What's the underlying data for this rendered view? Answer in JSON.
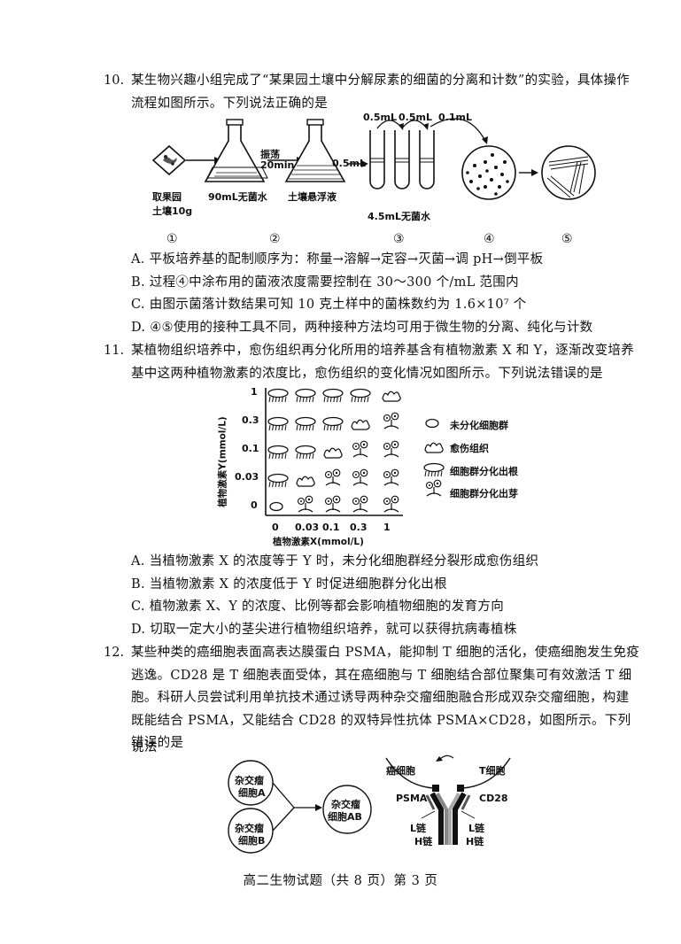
{
  "q10": {
    "number": "10.",
    "stem_line1": "某生物兴趣小组完成了“某果园土壤中分解尿素的细菌的分离和计数”的实验，具体操作",
    "stem_line2": "流程如图所示。下列说法正确的是",
    "figure": {
      "soil_label_1": "取果园",
      "soil_label_2": "土壤10g",
      "flask1_label": "90mL无菌水",
      "shake_label_1": "振荡",
      "shake_label_2": "20min",
      "flask2_label": "土壤悬浮液",
      "transfer_label": "0.5mL",
      "tube_vol_1": "0.5mL",
      "tube_vol_2": "0.5mL",
      "tube_vol_3": "0.1mL",
      "tube_label": "4.5mL无菌水",
      "steps": [
        "①",
        "②",
        "③",
        "④",
        "⑤"
      ]
    },
    "options": [
      "A. 平板培养基的配制顺序为：称量→溶解→定容→灭菌→调 pH→倒平板",
      "B. 过程④中涂布用的菌液浓度需要控制在 30～300 个/mL 范围内",
      "C. 由图示菌落计数结果可知 10 克土样中的菌株数约为 1.6×10⁷ 个",
      "D. ④⑤使用的接种工具不同，两种接种方法均可用于微生物的分离、纯化与计数"
    ]
  },
  "q11": {
    "number": "11.",
    "stem_line1": "某植物组织培养中，愈伤组织再分化所用的培养基含有植物激素 X 和 Y，逐渐改变培养",
    "stem_line2": "基中这两种植物激素的浓度比，愈伤组织的变化情况如图所示。下列说法错误的是",
    "figure": {
      "y_axis_label": "植物激素Y(mmol/L)",
      "x_axis_label": "植物激素X(mmol/L)",
      "y_ticks": [
        "1",
        "0.3",
        "0.1",
        "0.03",
        "0"
      ],
      "x_ticks": [
        "0",
        "0.03",
        "0.1",
        "0.3",
        "1"
      ],
      "legend": [
        "未分化细胞群",
        "愈伤组织",
        "细胞群分化出根",
        "细胞群分化出芽"
      ]
    },
    "options": [
      "A. 当植物激素 X 的浓度等于 Y 时，未分化细胞群经分裂形成愈伤组织",
      "B. 当植物激素 X 的浓度低于 Y 时促进细胞群分化出根",
      "C. 植物激素 X、Y 的浓度、比例等都会影响植物细胞的发育方向",
      "D. 切取一定大小的茎尖进行植物组织培养，就可以获得抗病毒植株"
    ]
  },
  "q12": {
    "number": "12.",
    "stem_line1": "某些种类的癌细胞表面高表达膜蛋白 PSMA，能抑制 T 细胞的活化，使癌细胞发生免疫",
    "stem_line2": "逃逸。CD28 是 T 细胞表面受体，其在癌细胞与 T 细胞结合部位聚集可有效激活 T 细",
    "stem_line3": "胞。科研人员尝试利用单抗技术通过诱导两种杂交瘤细胞融合形成双杂交瘤细胞，构建",
    "stem_line4": "既能结合 PSMA，又能结合 CD28 的双特异性抗体 PSMA×CD28，如图所示。下列说法",
    "stem_line5": "错误的是",
    "figure": {
      "cell_a_1": "杂交瘤",
      "cell_a_2": "细胞A",
      "cell_b_1": "杂交瘤",
      "cell_b_2": "细胞B",
      "cell_ab_1": "杂交瘤",
      "cell_ab_2": "细胞AB",
      "cancer_cell": "癌细胞",
      "t_cell": "T细胞",
      "psma": "PSMA",
      "cd28": "CD28",
      "l_chain_left": "L链",
      "h_chain_left": "H链",
      "l_chain_right": "L链",
      "h_chain_right": "H链"
    }
  },
  "footer": "高二生物试题（共 8 页）第 3 页"
}
